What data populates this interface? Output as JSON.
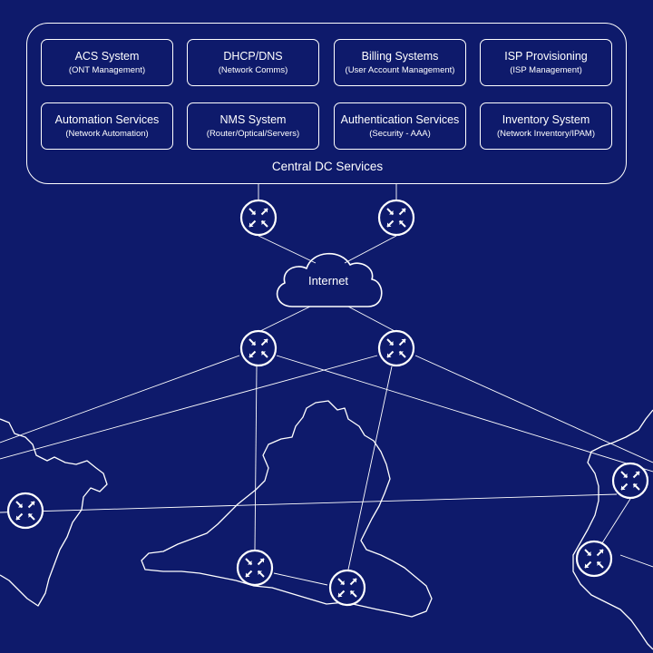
{
  "colors": {
    "background": "#0e1a6b",
    "foreground": "#ffffff"
  },
  "central_dc": {
    "label": "Central DC Services",
    "services": [
      {
        "title": "ACS System",
        "subtitle": "(ONT Management)"
      },
      {
        "title": "DHCP/DNS",
        "subtitle": "(Network Comms)"
      },
      {
        "title": "Billing Systems",
        "subtitle": "(User Account Management)"
      },
      {
        "title": "ISP Provisioning",
        "subtitle": "(ISP Management)"
      },
      {
        "title": "Automation Services",
        "subtitle": "(Network  Automation)"
      },
      {
        "title": "NMS System",
        "subtitle": "(Router/Optical/Servers)"
      },
      {
        "title": "Authentication Services",
        "subtitle": "(Security - AAA)"
      },
      {
        "title": "Inventory System",
        "subtitle": "(Network Inventory/IPAM)"
      }
    ]
  },
  "cloud": {
    "label": "Internet",
    "icon": "cloud-icon"
  },
  "router_icon": "router-icon"
}
